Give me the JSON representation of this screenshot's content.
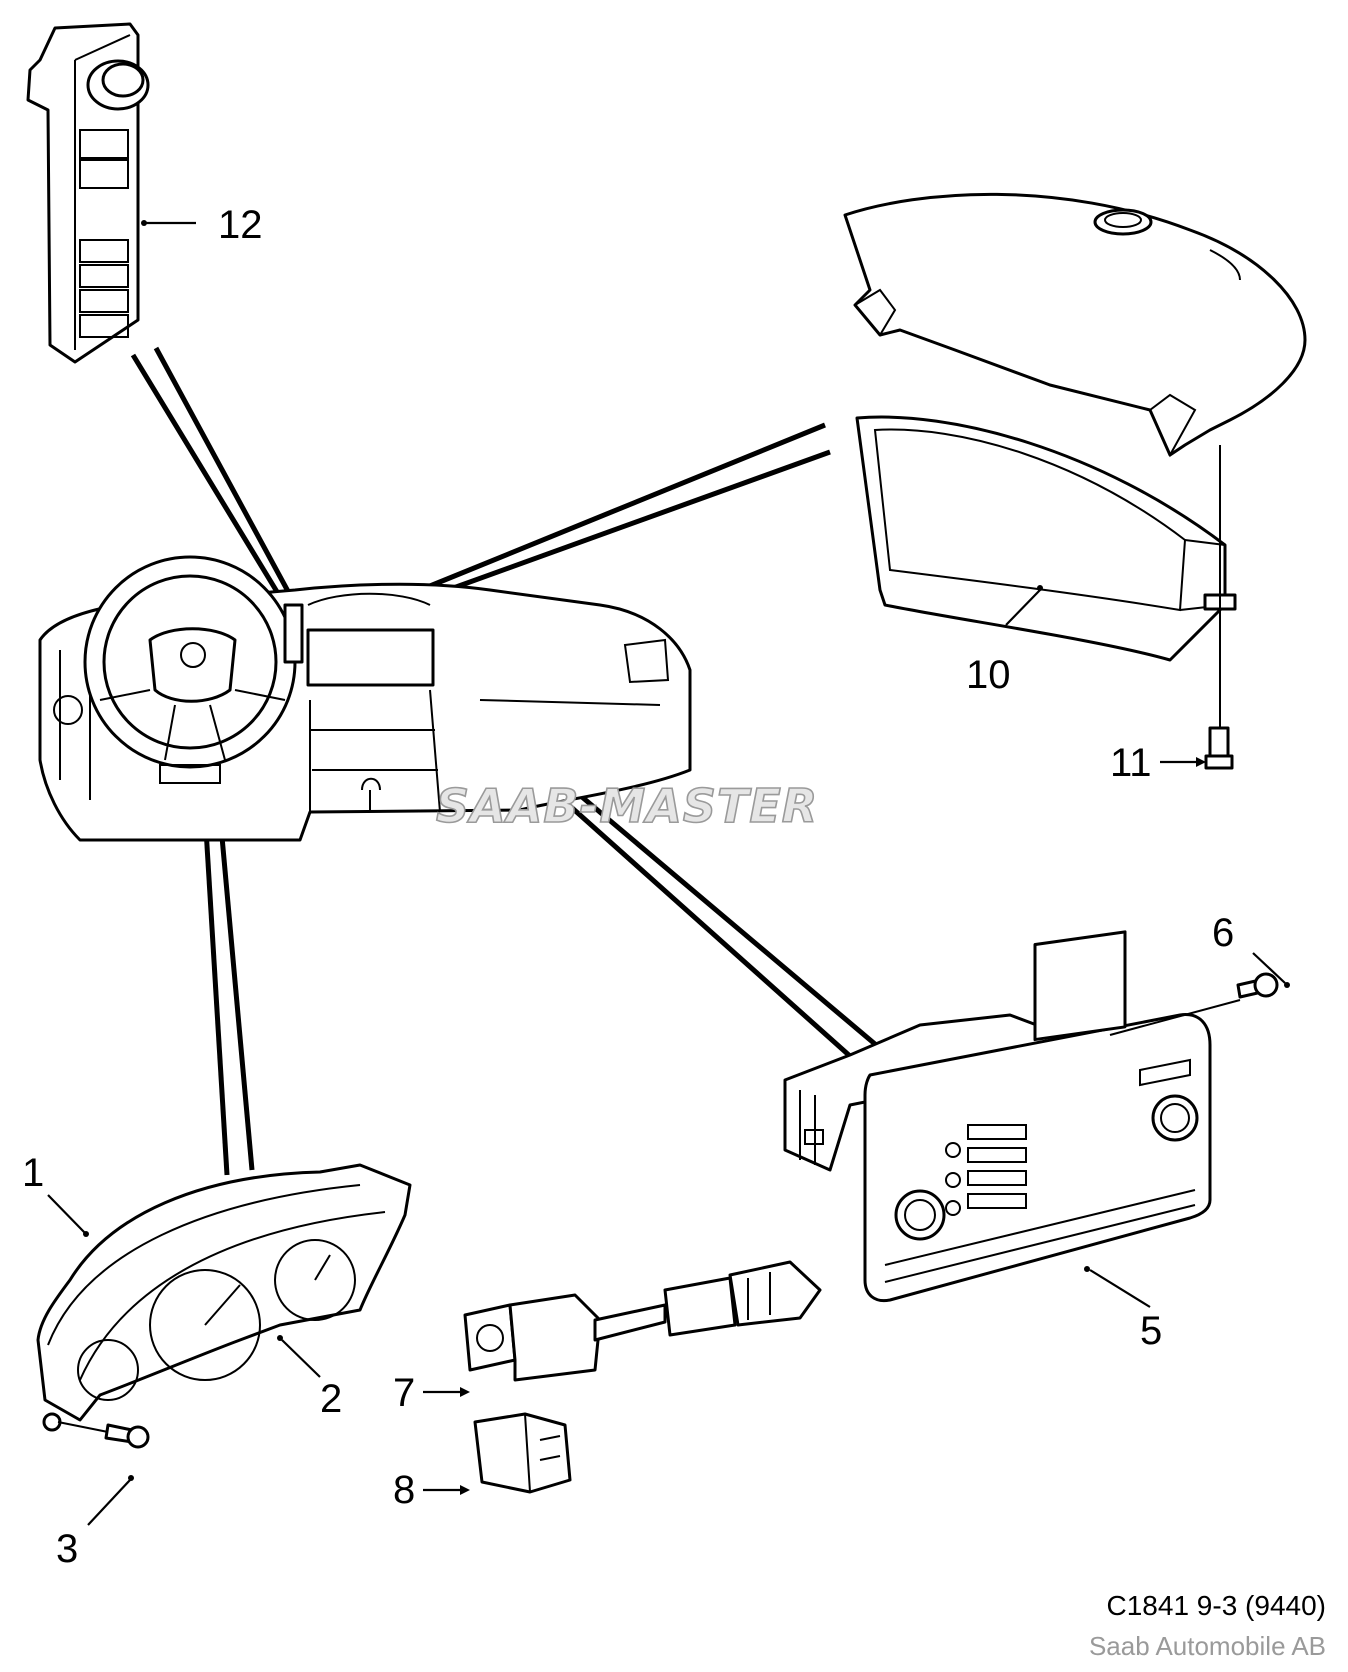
{
  "callouts": {
    "c1": "1",
    "c2": "2",
    "c3": "3",
    "c5": "5",
    "c6": "6",
    "c7": "7",
    "c8": "8",
    "c10": "10",
    "c11": "11",
    "c12": "12"
  },
  "watermark": "SAAB-MASTER",
  "reference": "C1841 9-3 (9440)",
  "copyright": "Saab Automobile AB",
  "colors": {
    "line": "#000000",
    "background": "#ffffff",
    "watermark": "#9a9a9a"
  }
}
